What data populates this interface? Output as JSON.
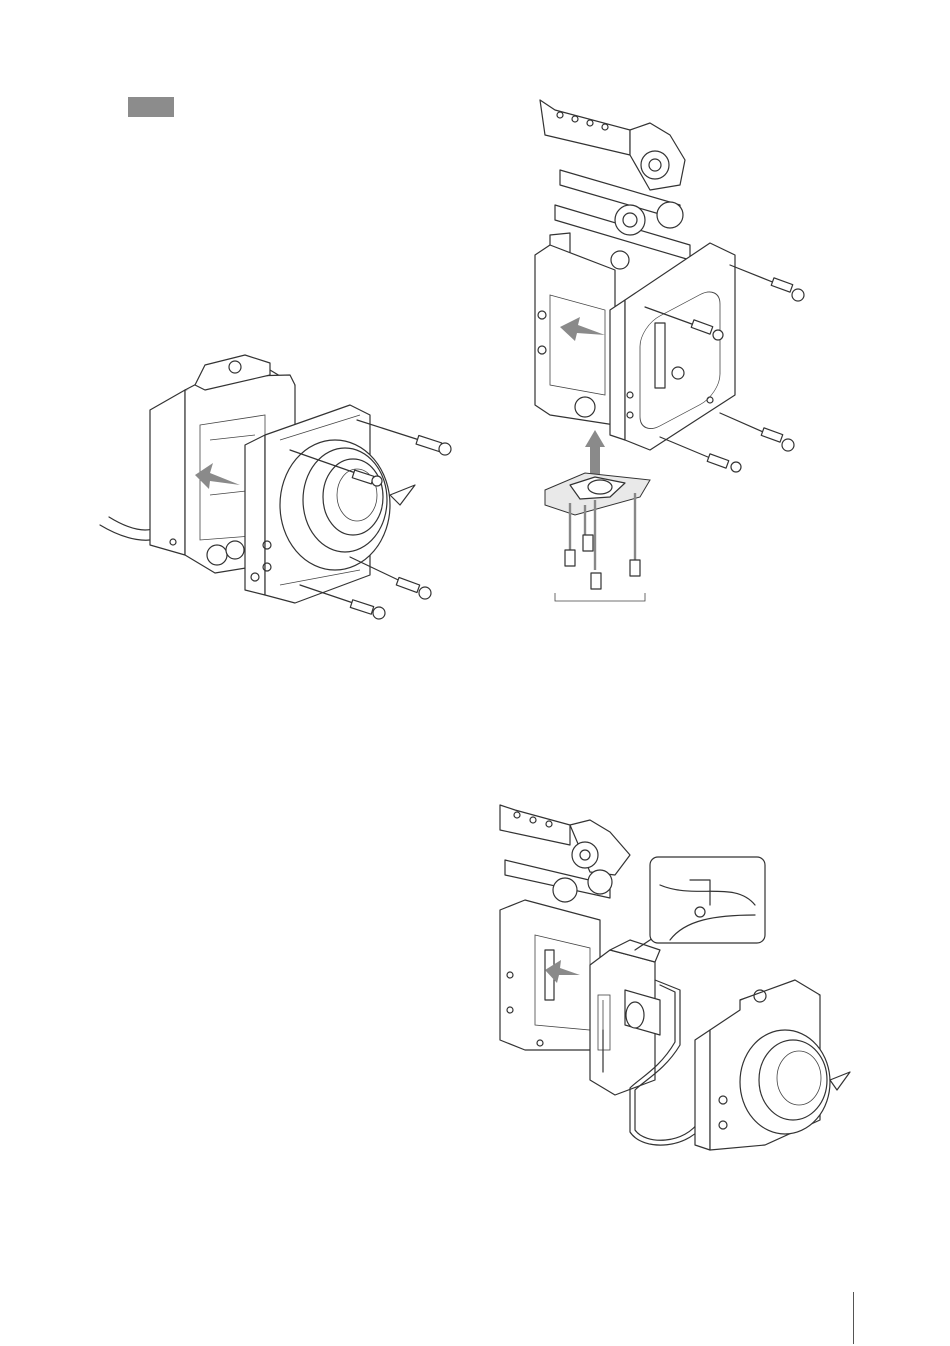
{
  "page": {
    "note_badge_color": "#8c8c8c",
    "rule_color": "#555555"
  },
  "figures": [
    {
      "icon": "adapter-removal-illustration"
    },
    {
      "icon": "mount-plate-removal-illustration"
    },
    {
      "icon": "extension-cable-connection-illustration"
    }
  ]
}
